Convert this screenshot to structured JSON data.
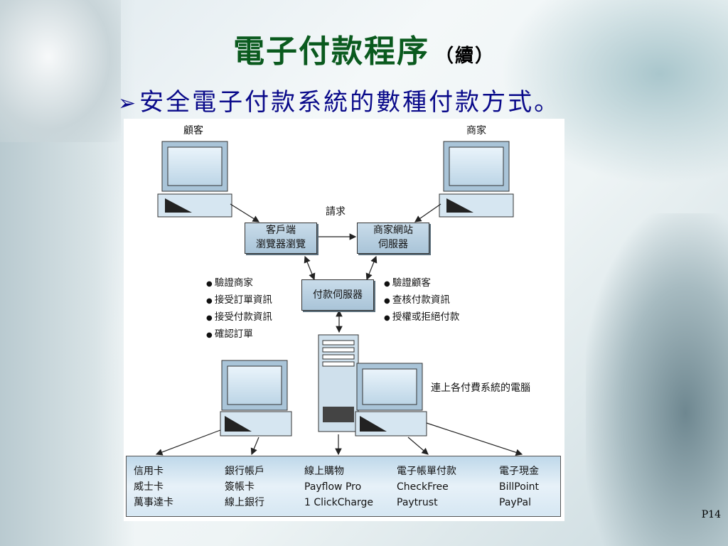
{
  "slide": {
    "title": "電子付款程序",
    "title_suffix": "（續）",
    "bullet": "安全電子付款系統的數種付款方式。",
    "page_number": "P14"
  },
  "diagram": {
    "customer_label": "顧客",
    "merchant_label": "商家",
    "request_label": "請求",
    "client_box": [
      "客戶端",
      "瀏覽器瀏覽"
    ],
    "merchant_box": [
      "商家網站",
      "伺服器"
    ],
    "payment_server": "付款伺服器",
    "left_list": [
      "驗證商家",
      "接受訂單資訊",
      "接受付款資訊",
      "確認訂單"
    ],
    "right_list": [
      "驗證顧客",
      "查核付款資訊",
      "授權或拒絕付款"
    ],
    "connect_label": "連上各付費系統的電腦",
    "columns": [
      {
        "header": "信用卡",
        "items": [
          "威士卡",
          "萬事達卡"
        ]
      },
      {
        "header": "銀行帳戶",
        "items": [
          "簽帳卡",
          "線上銀行"
        ]
      },
      {
        "header": "線上購物",
        "items": [
          "Payflow Pro",
          "1 ClickCharge"
        ]
      },
      {
        "header": "電子帳單付款",
        "items": [
          "CheckFree",
          "Paytrust"
        ]
      },
      {
        "header": "電子現金",
        "items": [
          "BillPoint",
          "PayPal"
        ]
      }
    ]
  }
}
